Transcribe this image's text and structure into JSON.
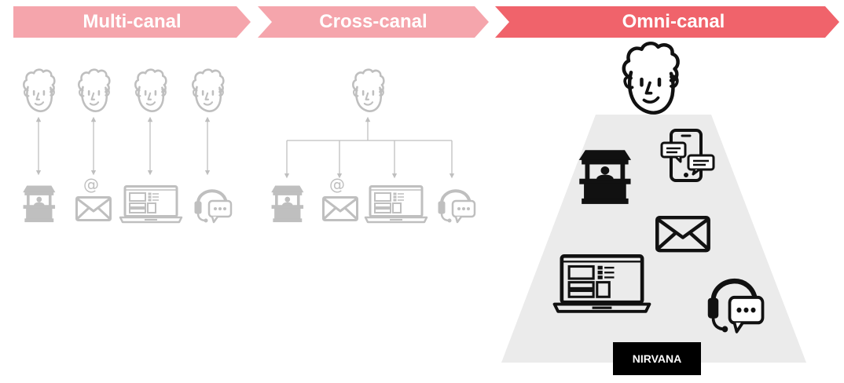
{
  "sections": {
    "multi": {
      "label": "Multi-canal"
    },
    "cross": {
      "label": "Cross-canal"
    },
    "omni": {
      "label": "Omni-canal"
    }
  },
  "badge": "NIRVANA",
  "colors": {
    "chevron_light": "#F5A5AC",
    "chevron_strong": "#F0636B",
    "gray_icon": "#BFBFBF",
    "dark_icon": "#111111",
    "funnel": "#EBEBEB"
  },
  "icons": {
    "customer": "face-icon",
    "store": "kiosk-icon",
    "email": "envelope-icon",
    "web": "laptop-icon",
    "call_center": "headset-icon",
    "mobile": "smartphone-chat-icon"
  }
}
